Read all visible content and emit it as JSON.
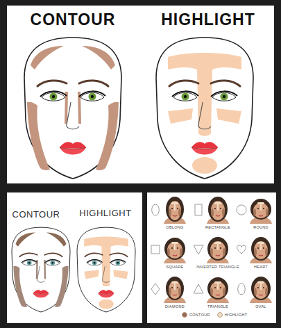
{
  "diagram": {
    "labels": [
      "CONTOUR",
      "HIGHLIGHT",
      "CONTOUR",
      "HIGHLIGHT",
      "OBLONG",
      "RECTANGLE",
      "ROUND",
      "SQUARE",
      "INVERTED TRIANGLE",
      "HEART",
      "DIAMOND",
      "TRIANGLE",
      "OVAL"
    ],
    "legend": [
      {
        "text": "CONTOUR",
        "color": "#9a6a50"
      },
      {
        "text": "HIGHLIGHT",
        "color": "#f2dcc4"
      }
    ]
  }
}
